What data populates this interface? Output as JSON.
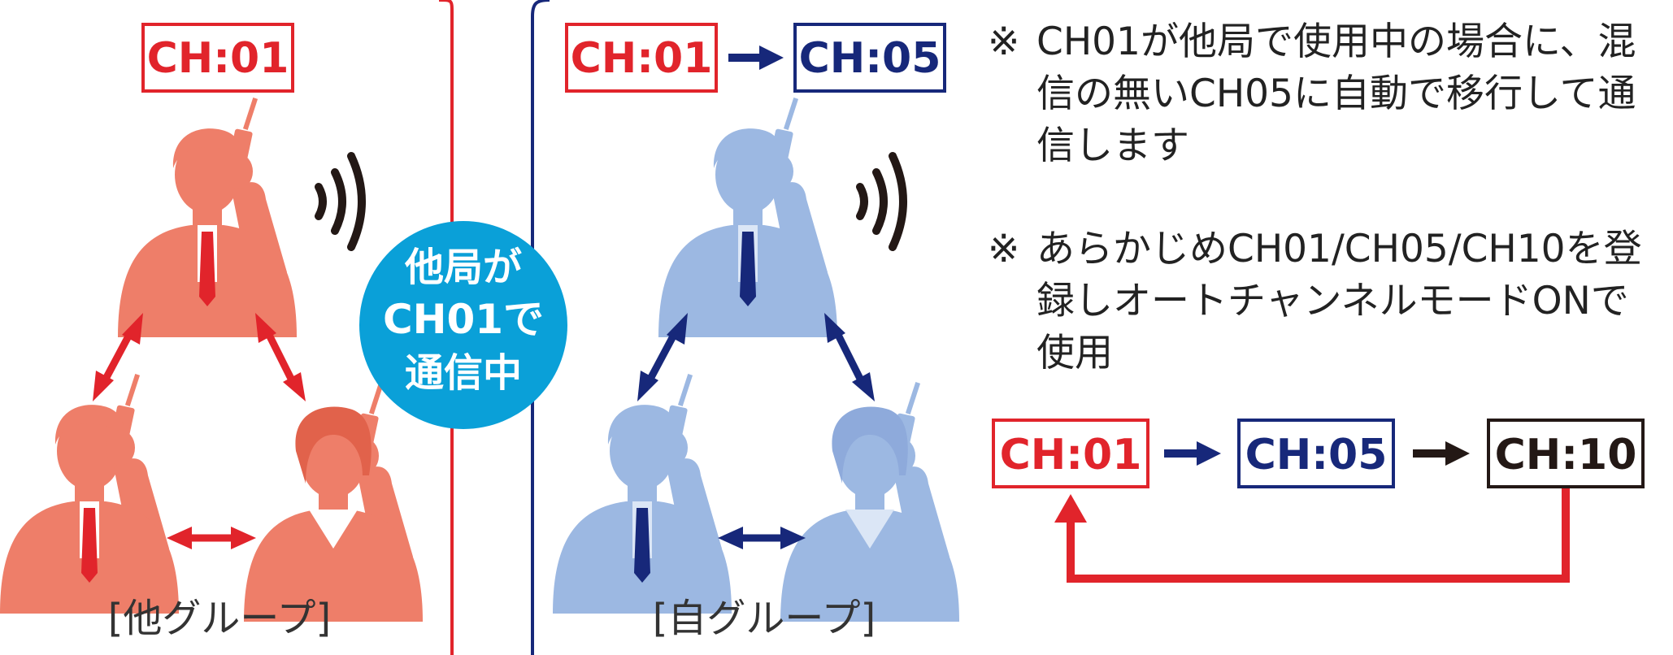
{
  "colors": {
    "red": "#e1242b",
    "navy": "#17287a",
    "black": "#231815",
    "salmon": "#ee7e69",
    "salmon_dark": "#e1624b",
    "blue_light": "#9cb8e2",
    "blue_pale": "#c4d5ef",
    "circle": "#0aa0d8"
  },
  "left_panel": {
    "channel": "CH:01",
    "caption": "[他グループ]"
  },
  "center_badge": {
    "lines": [
      "他局が",
      "CH01で",
      "通信中"
    ]
  },
  "right_panel": {
    "channel_from": "CH:01",
    "channel_to": "CH:05",
    "caption": "[自グループ]"
  },
  "notes": {
    "mark": "※",
    "note1": "CH01が他局で使用中の場合に、混信の無いCH05に自動で移行して通信します",
    "note2": "あらかじめCH01/CH05/CH10を登録しオートチャンネルモードONで使用"
  },
  "cycle": {
    "channels": [
      "CH:01",
      "CH:05",
      "CH:10"
    ]
  },
  "icons": {
    "person": "person-with-walkie-talkie-icon",
    "signal": "radio-wave-icon",
    "arrow": "arrow-icon"
  }
}
